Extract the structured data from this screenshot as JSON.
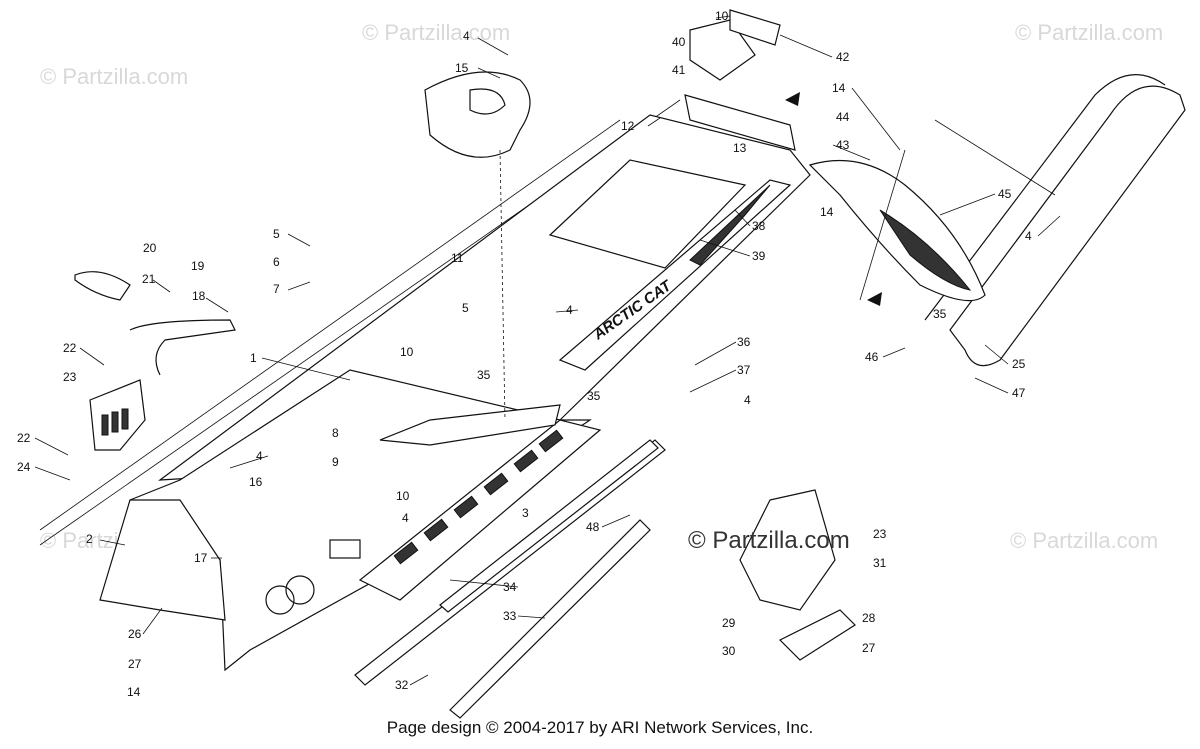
{
  "watermark": "© Partzilla.com",
  "watermark_center": "© Partzilla.com",
  "brand_decal": "ARCTIC CAT",
  "footer": "Page design © 2004-2017 by ARI Network Services, Inc.",
  "callouts": [
    {
      "id": "c1",
      "label": "1"
    },
    {
      "id": "c2",
      "label": "2"
    },
    {
      "id": "c3",
      "label": "3"
    },
    {
      "id": "c4a",
      "label": "4"
    },
    {
      "id": "c4b",
      "label": "4"
    },
    {
      "id": "c4c",
      "label": "4"
    },
    {
      "id": "c4d",
      "label": "4"
    },
    {
      "id": "c4e",
      "label": "4"
    },
    {
      "id": "c4f",
      "label": "4"
    },
    {
      "id": "c5a",
      "label": "5"
    },
    {
      "id": "c5b",
      "label": "5"
    },
    {
      "id": "c6",
      "label": "6"
    },
    {
      "id": "c7",
      "label": "7"
    },
    {
      "id": "c8",
      "label": "8"
    },
    {
      "id": "c9",
      "label": "9"
    },
    {
      "id": "c10a",
      "label": "10"
    },
    {
      "id": "c10b",
      "label": "10"
    },
    {
      "id": "c10c",
      "label": "10"
    },
    {
      "id": "c11",
      "label": "11"
    },
    {
      "id": "c12",
      "label": "12"
    },
    {
      "id": "c13",
      "label": "13"
    },
    {
      "id": "c14a",
      "label": "14"
    },
    {
      "id": "c14b",
      "label": "14"
    },
    {
      "id": "c14c",
      "label": "14"
    },
    {
      "id": "c15",
      "label": "15"
    },
    {
      "id": "c16",
      "label": "16"
    },
    {
      "id": "c17",
      "label": "17"
    },
    {
      "id": "c18",
      "label": "18"
    },
    {
      "id": "c19",
      "label": "19"
    },
    {
      "id": "c20",
      "label": "20"
    },
    {
      "id": "c21",
      "label": "21"
    },
    {
      "id": "c22a",
      "label": "22"
    },
    {
      "id": "c22b",
      "label": "22"
    },
    {
      "id": "c23a",
      "label": "23"
    },
    {
      "id": "c23b",
      "label": "23"
    },
    {
      "id": "c24",
      "label": "24"
    },
    {
      "id": "c25",
      "label": "25"
    },
    {
      "id": "c26",
      "label": "26"
    },
    {
      "id": "c27a",
      "label": "27"
    },
    {
      "id": "c27b",
      "label": "27"
    },
    {
      "id": "c28",
      "label": "28"
    },
    {
      "id": "c29",
      "label": "29"
    },
    {
      "id": "c30",
      "label": "30"
    },
    {
      "id": "c31",
      "label": "31"
    },
    {
      "id": "c32",
      "label": "32"
    },
    {
      "id": "c33",
      "label": "33"
    },
    {
      "id": "c34",
      "label": "34"
    },
    {
      "id": "c35a",
      "label": "35"
    },
    {
      "id": "c35b",
      "label": "35"
    },
    {
      "id": "c35c",
      "label": "35"
    },
    {
      "id": "c36",
      "label": "36"
    },
    {
      "id": "c37",
      "label": "37"
    },
    {
      "id": "c38",
      "label": "38"
    },
    {
      "id": "c39",
      "label": "39"
    },
    {
      "id": "c40",
      "label": "40"
    },
    {
      "id": "c41",
      "label": "41"
    },
    {
      "id": "c42",
      "label": "42"
    },
    {
      "id": "c43",
      "label": "43"
    },
    {
      "id": "c44",
      "label": "44"
    },
    {
      "id": "c45",
      "label": "45"
    },
    {
      "id": "c46",
      "label": "46"
    },
    {
      "id": "c47",
      "label": "47"
    },
    {
      "id": "c48",
      "label": "48"
    }
  ]
}
